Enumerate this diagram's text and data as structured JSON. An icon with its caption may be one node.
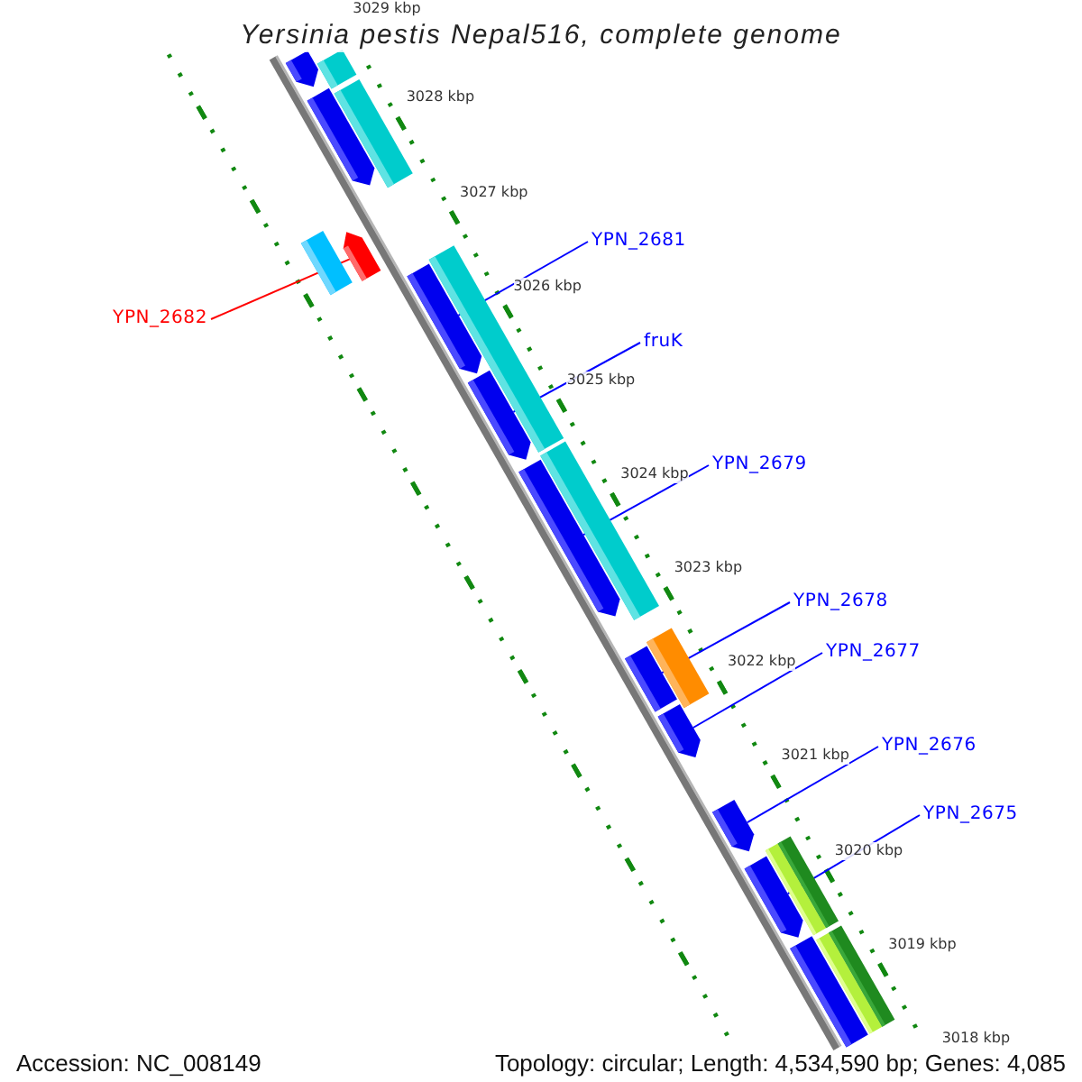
{
  "diagram": {
    "title": "Yersinia pestis Nepal516, complete genome",
    "nodes": [
      {
        "text": [
          "YPN_2682"
        ]
      },
      {
        "text": [
          "YPN_2681"
        ]
      },
      {
        "text": [
          "fruK"
        ]
      },
      {
        "text": [
          "YPN_2679"
        ]
      },
      {
        "text": [
          "YPN_2678"
        ]
      },
      {
        "text": [
          "YPN_2677"
        ]
      },
      {
        "text": [
          "YPN_2676"
        ]
      },
      {
        "text": [
          "YPN_2675"
        ]
      },
      {
        "text": [],
        "shape": "bar"
      },
      {
        "text": [],
        "shape": "bar"
      },
      {
        "text": [],
        "shape": "bar"
      },
      {
        "text": [],
        "shape": "bar"
      },
      {
        "text": [],
        "shape": "bar"
      },
      {
        "text": [],
        "shape": "bar"
      },
      {
        "text": [],
        "shape": "bar"
      },
      {
        "text": [],
        "shape": "bar"
      },
      {
        "text": [],
        "shape": "bar"
      },
      {
        "text": [],
        "shape": "bar"
      },
      {
        "text": [],
        "shape": "bar"
      },
      {
        "text": [],
        "shape": "bar"
      },
      {
        "text": [],
        "shape": "bar"
      },
      {
        "text": [],
        "shape": "bar"
      },
      {
        "text": [],
        "shape": "bar"
      },
      {
        "text": [],
        "shape": "bar"
      },
      {
        "text": [],
        "shape": "bar"
      },
      {
        "text": [],
        "shape": "bar"
      },
      {
        "text": [],
        "shape": "bar"
      },
      {
        "text": [],
        "shape": "bar"
      },
      {
        "text": [],
        "shape": "bar"
      }
    ],
    "edges": [
      {
        "from": 0,
        "to": 8,
        "arrow": "none",
        "color": "#ff0000"
      },
      {
        "from": 1,
        "to": 9,
        "arrow": "none"
      },
      {
        "from": 2,
        "to": 10,
        "arrow": "none"
      },
      {
        "from": 3,
        "to": 11,
        "arrow": "none"
      },
      {
        "from": 4,
        "to": 12,
        "arrow": "none"
      },
      {
        "from": 5,
        "to": 13,
        "arrow": "none"
      },
      {
        "from": 6,
        "to": 14,
        "arrow": "none"
      },
      {
        "from": 7,
        "to": 15,
        "arrow": "none"
      }
    ],
    "labels": [
      "3029 kbp",
      "3028 kbp",
      "3027 kbp",
      "3026 kbp",
      "3025 kbp",
      "3024 kbp",
      "3023 kbp",
      "3022 kbp",
      "3021 kbp",
      "3020 kbp",
      "3019 kbp",
      "3018 kbp",
      "Accession: NC_008149",
      "Topology: circular; Length: 4,534,590 bp; Genes: 4,085"
    ]
  }
}
